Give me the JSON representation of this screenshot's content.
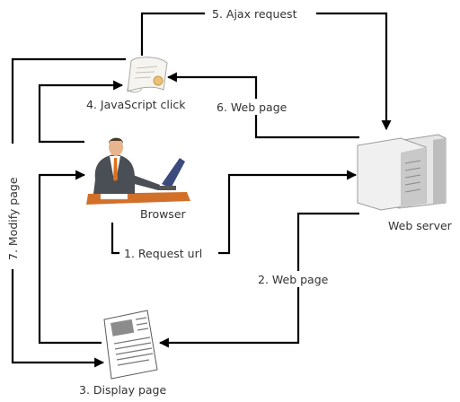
{
  "nodes": {
    "browser": {
      "label": "Browser",
      "icon": "businessman-at-computer-icon"
    },
    "web_server": {
      "label": "Web server",
      "icon": "server-towers-icon"
    },
    "script": {
      "icon": "scroll-certificate-icon"
    },
    "page": {
      "icon": "document-page-icon"
    }
  },
  "edges": {
    "e1": {
      "label": "1. Request url"
    },
    "e2": {
      "label": "2. Web page"
    },
    "e3": {
      "label": "3. Display page"
    },
    "e4": {
      "label": "4. JavaScript click"
    },
    "e5": {
      "label": "5. Ajax request"
    },
    "e6": {
      "label": "6. Web page"
    },
    "e7": {
      "label": "7. Modify page"
    }
  },
  "colors": {
    "line": "#000000",
    "text": "#333333",
    "suit": "#4a4e55",
    "desk": "#d2702a",
    "tie": "#e0701a",
    "server": "#e4e4e4"
  }
}
